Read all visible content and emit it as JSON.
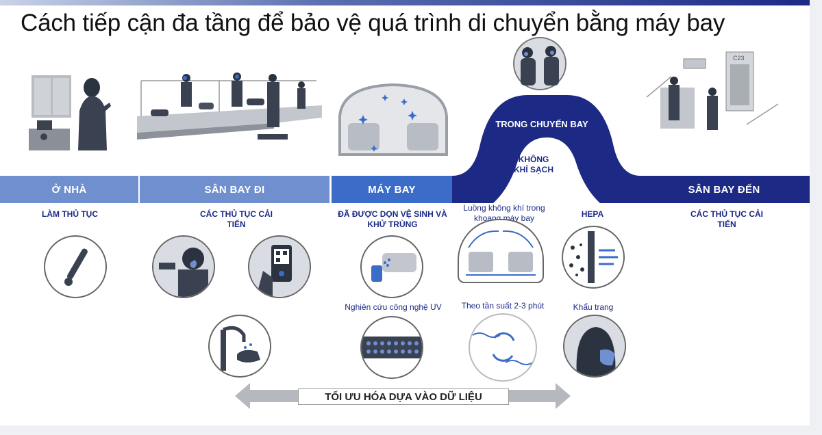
{
  "title": "Cách tiếp cận đa tầng để bảo vệ quá trình di chuyển bằng máy bay",
  "colors": {
    "navy": "#1c2a86",
    "light_blue": "#6f8fcf",
    "mid_blue": "#3a6cc8",
    "grey": "#5a6270"
  },
  "stages": [
    {
      "label": "Ở NHÀ"
    },
    {
      "label": "SÂN BAY ĐI"
    },
    {
      "label": "MÁY BAY"
    },
    {
      "label": "SÂN BAY ĐẾN"
    }
  ],
  "in_flight": {
    "title": "TRONG CHUYẾN BAY",
    "subtitle": "KHÔNG KHÍ SẠCH",
    "airport_code": "C23"
  },
  "items": {
    "home": "LÀM THỦ TỤC",
    "departure": "CÁC THỦ TỤC CẢI TIẾN",
    "aircraft": "ĐÃ ĐƯỢC DỌN VỆ SINH VÀ KHỬ TRÙNG",
    "airflow": "Luồng không khí trong khoang máy bay",
    "hepa": "HEPA",
    "arrival": "CÁC THỦ TỤC CẢI TIẾN",
    "uv": "Nghiên cứu công nghệ UV",
    "frequency": "Theo tần suất 2-3 phút",
    "mask": "Khẩu trang"
  },
  "footer_arrow": "TỐI ƯU HÓA DỰA VÀO DỮ LIỆU",
  "icons": [
    "thermometer-icon",
    "temperature-scan-icon",
    "phone-qr-icon",
    "hand-sanitizer-icon",
    "disinfect-spray-icon",
    "cabin-airflow-icon",
    "hepa-filter-icon",
    "uv-light-icon",
    "air-exchange-icon",
    "face-mask-icon"
  ]
}
